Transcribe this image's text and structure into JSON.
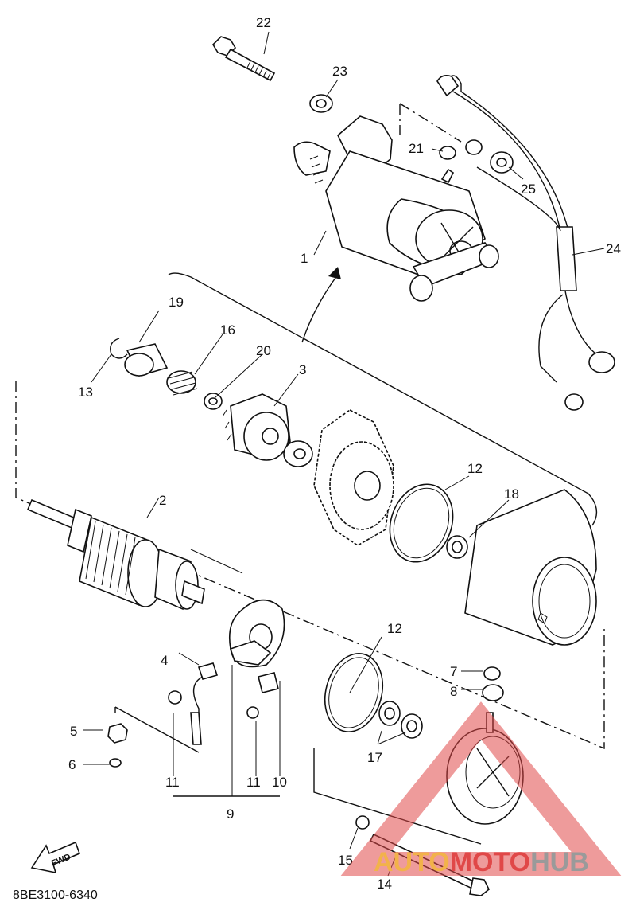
{
  "diagram": {
    "code": "8BE3100-6340",
    "fwd_label": "FWD",
    "callouts": [
      "22",
      "23",
      "21",
      "25",
      "24",
      "1",
      "19",
      "16",
      "20",
      "3",
      "13",
      "12",
      "18",
      "2",
      "12",
      "4",
      "7",
      "8",
      "5",
      "11",
      "11",
      "10",
      "6",
      "9",
      "17",
      "15",
      "14"
    ]
  },
  "watermark": {
    "auto": "AUTO",
    "moto": "MOTO",
    "hub": "HUB",
    "color_red": "#e04848",
    "color_yellow": "#f2b24a",
    "color_grey": "#9a9a9a"
  }
}
